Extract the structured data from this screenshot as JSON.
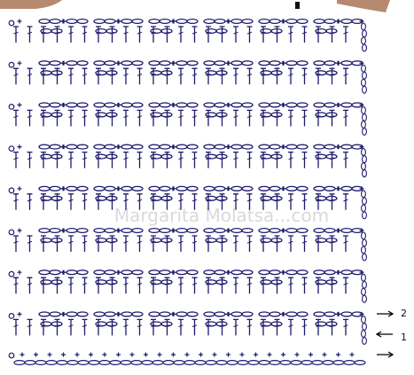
{
  "diagram": {
    "kind": "crochet-stitch-chart",
    "rows_labelled": [
      "2",
      "1"
    ],
    "stitch_symbols": [
      "chain-oval",
      "single-crochet-plus",
      "double-crochet-T",
      "turning-chain-loop",
      "slip-ring-0"
    ],
    "watermark_text": "Margarita Molatsa...com",
    "colors": {
      "ink": "#1e1a6b",
      "watermark": "#d9d9d9",
      "photo_strip": "#b68a6e"
    }
  }
}
